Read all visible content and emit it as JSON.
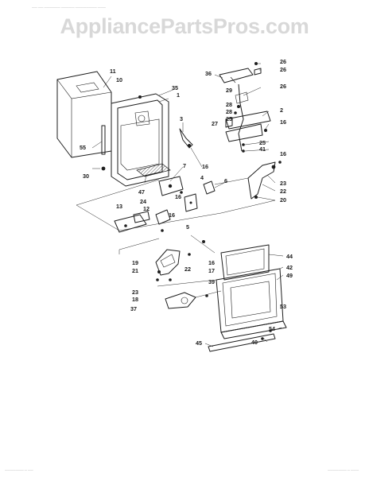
{
  "header": {
    "left": "—— —— —————— —————  ————————  ———",
    "right": ""
  },
  "watermark": "AppliancePartsPros.com",
  "callouts": [
    {
      "id": "c11",
      "text": "11"
    },
    {
      "id": "c10",
      "text": "10"
    },
    {
      "id": "c35",
      "text": "35"
    },
    {
      "id": "c1",
      "text": "1"
    },
    {
      "id": "c3",
      "text": "3"
    },
    {
      "id": "c55",
      "text": "55"
    },
    {
      "id": "c30",
      "text": "30"
    },
    {
      "id": "c47",
      "text": "47"
    },
    {
      "id": "c7",
      "text": "7"
    },
    {
      "id": "c4",
      "text": "4"
    },
    {
      "id": "c16a",
      "text": "16"
    },
    {
      "id": "c16b",
      "text": "16"
    },
    {
      "id": "c36",
      "text": "36"
    },
    {
      "id": "c29",
      "text": "29"
    },
    {
      "id": "c28a",
      "text": "28"
    },
    {
      "id": "c26a",
      "text": "26"
    },
    {
      "id": "c26b",
      "text": "26"
    },
    {
      "id": "c26c",
      "text": "26"
    },
    {
      "id": "c28b",
      "text": "28"
    },
    {
      "id": "c25a",
      "text": "25"
    },
    {
      "id": "c2",
      "text": "2"
    },
    {
      "id": "c27",
      "text": "27"
    },
    {
      "id": "c16c",
      "text": "16"
    },
    {
      "id": "c25b",
      "text": "25"
    },
    {
      "id": "c41",
      "text": "41"
    },
    {
      "id": "c16d",
      "text": "16"
    },
    {
      "id": "c6",
      "text": "6"
    },
    {
      "id": "c23a",
      "text": "23"
    },
    {
      "id": "c22a",
      "text": "22"
    },
    {
      "id": "c20",
      "text": "20"
    },
    {
      "id": "c24",
      "text": "24"
    },
    {
      "id": "c13",
      "text": "13"
    },
    {
      "id": "c12",
      "text": "12"
    },
    {
      "id": "c16e",
      "text": "16"
    },
    {
      "id": "c5",
      "text": "5"
    },
    {
      "id": "c19",
      "text": "19"
    },
    {
      "id": "c21",
      "text": "21"
    },
    {
      "id": "c22b",
      "text": "22"
    },
    {
      "id": "c16f",
      "text": "16"
    },
    {
      "id": "c17",
      "text": "17"
    },
    {
      "id": "c23b",
      "text": "23"
    },
    {
      "id": "c18",
      "text": "18"
    },
    {
      "id": "c39",
      "text": "39"
    },
    {
      "id": "c37",
      "text": "37"
    },
    {
      "id": "c44",
      "text": "44"
    },
    {
      "id": "c42",
      "text": "42"
    },
    {
      "id": "c49",
      "text": "49"
    },
    {
      "id": "c53",
      "text": "53"
    },
    {
      "id": "c54",
      "text": "54"
    },
    {
      "id": "c40",
      "text": "40"
    },
    {
      "id": "c45",
      "text": "45"
    }
  ],
  "footer": {
    "left": "——————— — ——",
    "right": "——————— — ———"
  }
}
